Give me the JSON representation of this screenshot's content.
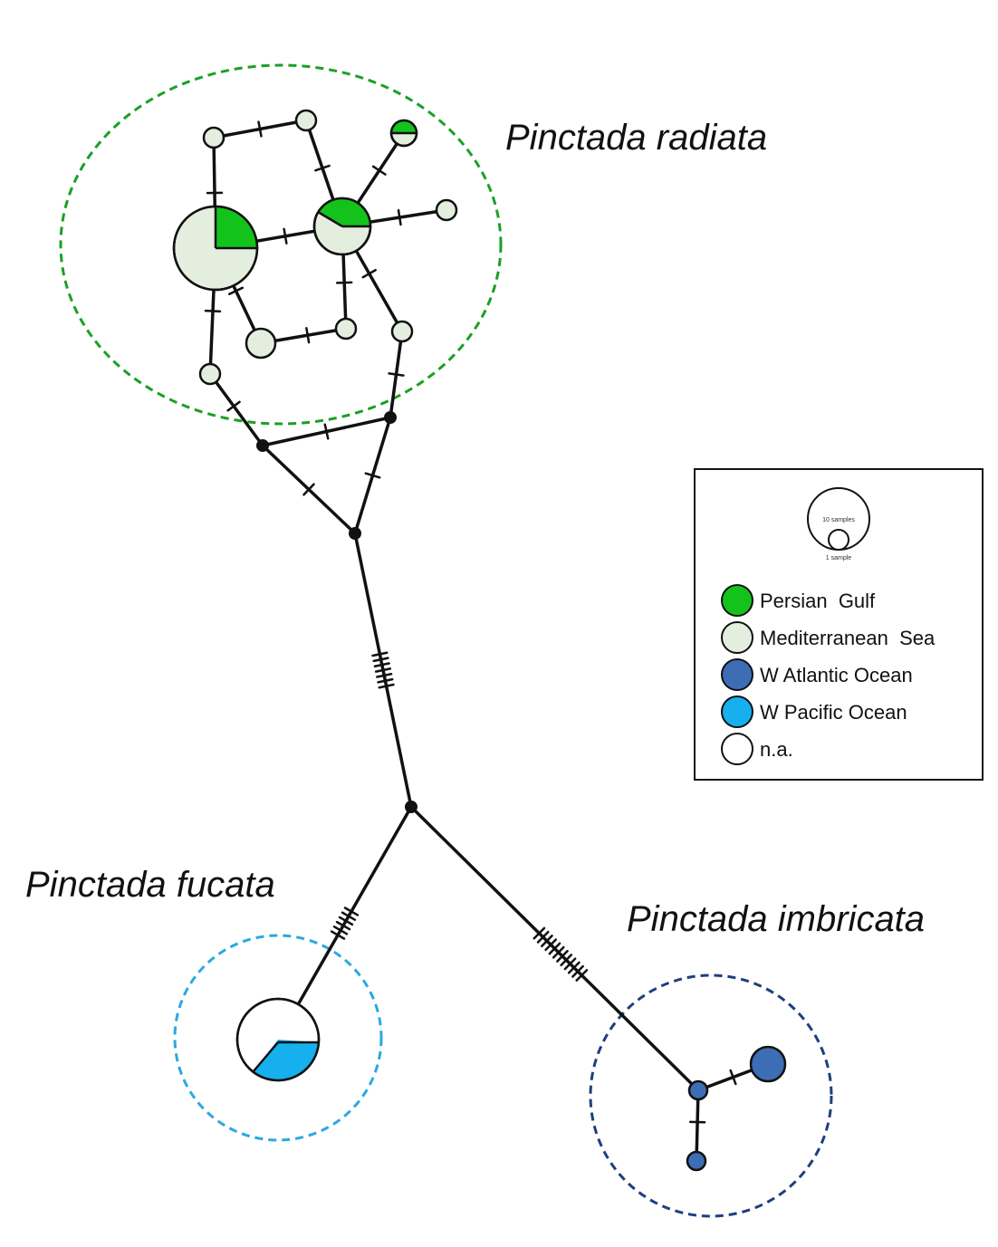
{
  "colors": {
    "persian_gulf": "#13c31b",
    "mediterranean_sea": "#e3eedf",
    "w_atlantic_ocean": "#3d6db5",
    "w_pacific_ocean": "#16b0ee",
    "na": "#ffffff",
    "radiata_circle": "#1aa024",
    "fucata_circle": "#2aa9df",
    "imbricata_circle": "#1d3f7c",
    "edge": "#111111"
  },
  "species": {
    "radiata": "Pinctada radiata",
    "fucata": "Pinctada fucata",
    "imbricata": "Pinctada imbricata"
  },
  "legend": {
    "scale_large": "10 samples",
    "scale_small": "1 sample",
    "items": [
      {
        "label": "Persian  Gulf",
        "color_key": "persian_gulf"
      },
      {
        "label": "Mediterranean  Sea",
        "color_key": "mediterranean_sea"
      },
      {
        "label": "W Atlantic Ocean",
        "color_key": "w_atlantic_ocean"
      },
      {
        "label": "W Pacific Ocean",
        "color_key": "w_pacific_ocean"
      },
      {
        "label": "n.a.",
        "color_key": "na"
      }
    ]
  }
}
